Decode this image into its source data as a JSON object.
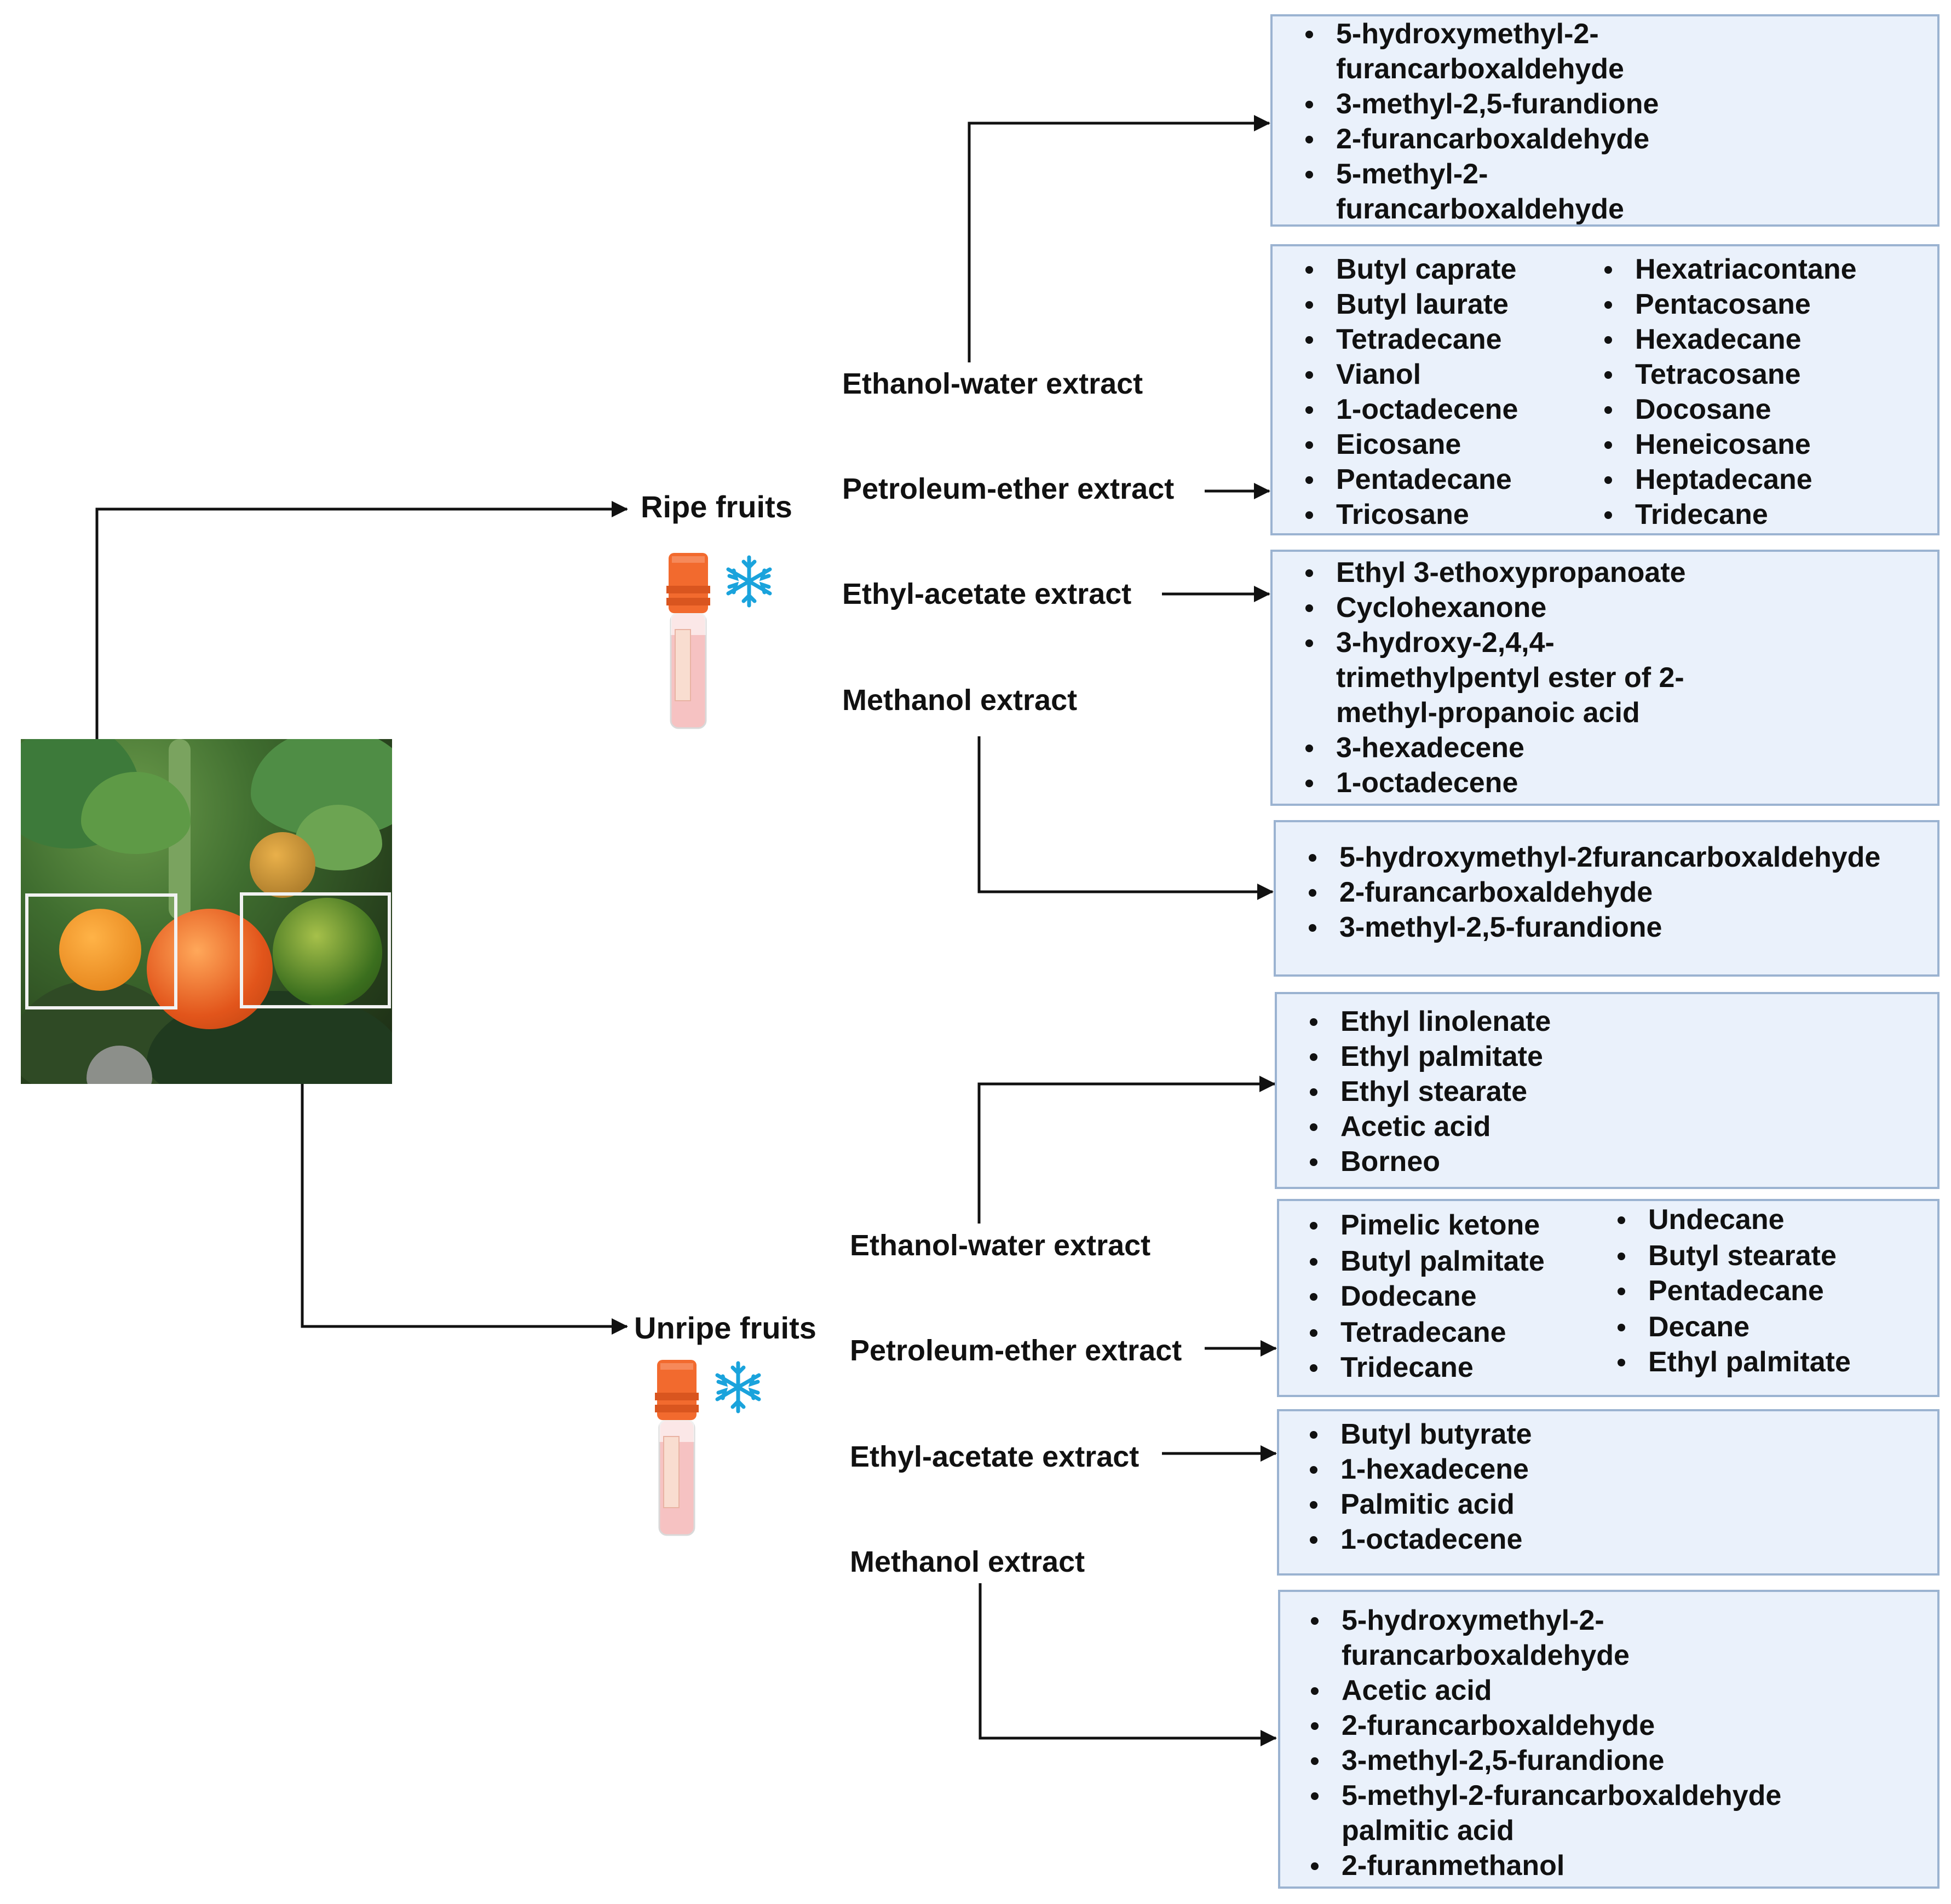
{
  "ripe": {
    "title": "Ripe fruits",
    "extracts": {
      "ethanol_water": "Ethanol-water extract",
      "petroleum_ether": "Petroleum-ether extract",
      "ethyl_acetate": "Ethyl-acetate extract",
      "methanol": "Methanol extract"
    },
    "box_ethanol_water": [
      "5-hydroxymethyl-2-",
      "furancarboxaldehyde",
      "3-methyl-2,5-furandione",
      "2-furancarboxaldehyde",
      "5-methyl-2-",
      "furancarboxaldehyde"
    ],
    "box_petroleum_ether_left": [
      "Butyl  caprate",
      "Butyl laurate",
      "Tetradecane",
      "Vianol",
      "1-octadecene",
      "Eicosane",
      "Pentadecane",
      "Tricosane"
    ],
    "box_petroleum_ether_right": [
      "Hexatriacontane",
      "Pentacosane",
      "Hexadecane",
      "Tetracosane",
      "Docosane",
      "Heneicosane",
      "Heptadecane",
      "Tridecane"
    ],
    "box_ethyl_acetate": [
      "Ethyl 3-ethoxypropanoate",
      "Cyclohexanone",
      "3-hydroxy-2,4,4-",
      "trimethylpentyl ester of 2-",
      "methyl-propanoic acid",
      "3-hexadecene",
      "1-octadecene"
    ],
    "box_methanol": [
      "5-hydroxymethyl-2furancarboxaldehyde",
      "2-furancarboxaldehyde",
      "3-methyl-2,5-furandione"
    ]
  },
  "unripe": {
    "title": "Unripe fruits",
    "extracts": {
      "ethanol_water": "Ethanol-water extract",
      "petroleum_ether": "Petroleum-ether extract",
      "ethyl_acetate": "Ethyl-acetate extract",
      "methanol": "Methanol extract"
    },
    "box_ethanol_water": [
      "Ethyl linolenate",
      "Ethyl palmitate",
      "Ethyl stearate",
      "Acetic acid",
      "Borneo"
    ],
    "box_petroleum_ether_left": [
      "Pimelic ketone",
      "Butyl palmitate",
      "Dodecane",
      "Tetradecane",
      "Tridecane"
    ],
    "box_petroleum_ether_right": [
      "Undecane",
      "Butyl  stearate",
      "Pentadecane",
      "Decane",
      "Ethyl palmitate"
    ],
    "box_ethyl_acetate": [
      "Butyl butyrate",
      "1-hexadecene",
      "Palmitic acid",
      "1-octadecene"
    ],
    "box_methanol": [
      "5-hydroxymethyl-2-",
      "furancarboxaldehyde",
      "Acetic acid",
      "2-furancarboxaldehyde",
      "3-methyl-2,5-furandione",
      "5-methyl-2-furancarboxaldehyde",
      "palmitic acid",
      "2-furanmethanol"
    ]
  },
  "colors": {
    "box_fill": "#eaf1fb",
    "box_border": "#9bb3d1",
    "snowflake": "#1aa3dc",
    "tube_cap": "#f26a2e",
    "tube_body": "#f6c2c2"
  },
  "icons": [
    "tomato-plant-photo",
    "sample-tube-icon",
    "snowflake-icon"
  ]
}
